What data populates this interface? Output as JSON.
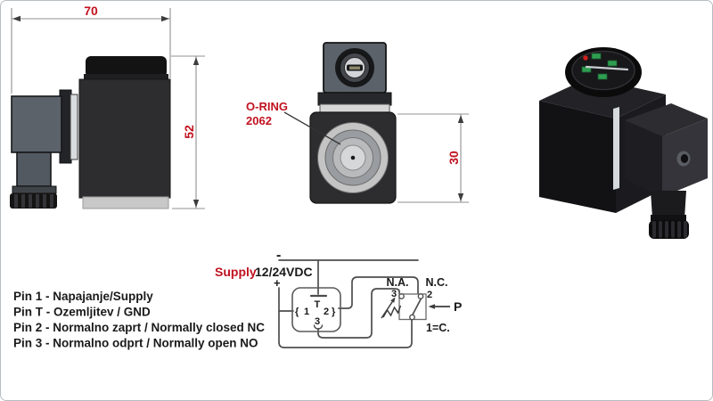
{
  "side_view": {
    "width_label": "70",
    "height_label": "52"
  },
  "front_view": {
    "oring_line1": "O-RING",
    "oring_line2": "2062",
    "height_label": "30"
  },
  "schematic": {
    "minus": "-",
    "supply": "Supply",
    "voltage": "12/24VDC",
    "plus": "+",
    "bracket_open": "{",
    "pin1": "1",
    "pin_t": "T",
    "pin2": "2",
    "bracket_close": "}",
    "pin3": "3",
    "na": "N.A.",
    "nc": "N.C.",
    "sw_pin3": "3",
    "sw_pin2": "2",
    "pressure": "P",
    "common": "1=C."
  },
  "pins": {
    "lines": [
      "Pin 1 - Napajanje/Supply",
      "Pin T - Ozemljitev / GND",
      "Pin 2 - Normalno zaprt / Normally closed NC",
      "Pin 3 - Normalno odprt / Normally open NO"
    ]
  },
  "colors": {
    "dimension_red": "#c1121f",
    "wire_gray": "#4d4d4d",
    "dim_line_gray": "#909090",
    "body_dark": "#2d2d30",
    "connector_gray": "#5b6269",
    "silver": "#d7dadd",
    "green_terminal": "#2f9e52",
    "red_indicator": "#cf1f1f"
  }
}
